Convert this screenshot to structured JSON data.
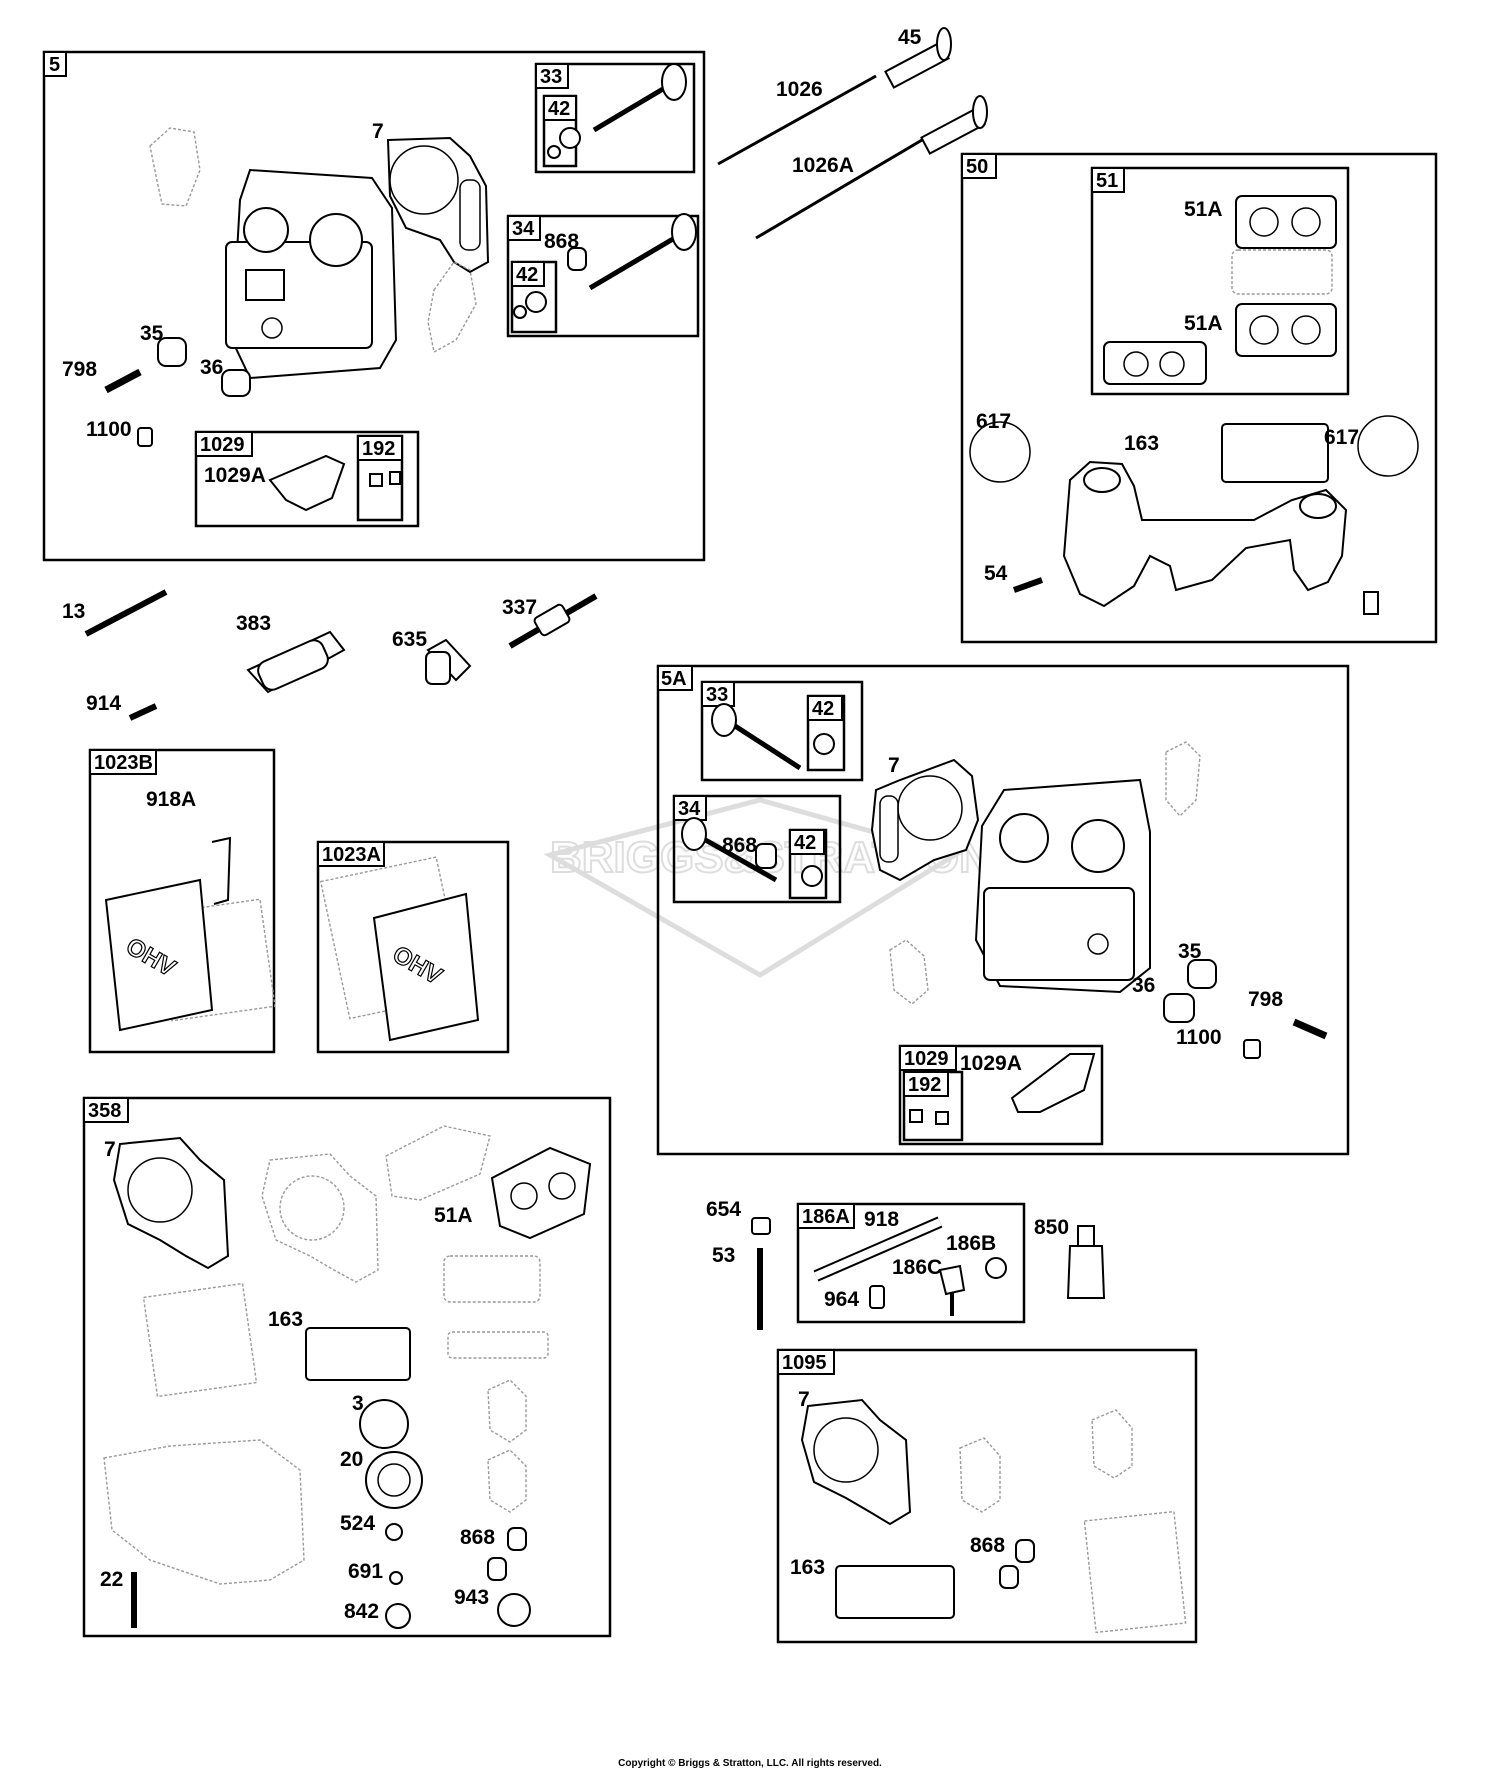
{
  "watermark": "BRIGGS&STRATTON",
  "copyright": "Copyright © Briggs & Stratton, LLC. All rights reserved.",
  "groups": [
    {
      "id": "g5",
      "label": "5"
    },
    {
      "id": "g33",
      "label": "33"
    },
    {
      "id": "g42a",
      "label": "42"
    },
    {
      "id": "g34",
      "label": "34"
    },
    {
      "id": "g42b",
      "label": "42"
    },
    {
      "id": "g1029",
      "label": "1029"
    },
    {
      "id": "g192",
      "label": "192"
    },
    {
      "id": "g50",
      "label": "50"
    },
    {
      "id": "g51",
      "label": "51"
    },
    {
      "id": "g1023B",
      "label": "1023B"
    },
    {
      "id": "g1023A",
      "label": "1023A"
    },
    {
      "id": "g5A",
      "label": "5A"
    },
    {
      "id": "g33b",
      "label": "33"
    },
    {
      "id": "g42c",
      "label": "42"
    },
    {
      "id": "g34b",
      "label": "34"
    },
    {
      "id": "g42d",
      "label": "42"
    },
    {
      "id": "g1029b",
      "label": "1029"
    },
    {
      "id": "g192b",
      "label": "192"
    },
    {
      "id": "g358",
      "label": "358"
    },
    {
      "id": "g186A",
      "label": "186A"
    },
    {
      "id": "g1095",
      "label": "1095"
    }
  ],
  "callouts": [
    {
      "id": "c45",
      "label": "45"
    },
    {
      "id": "c1026",
      "label": "1026"
    },
    {
      "id": "c1026A",
      "label": "1026A"
    },
    {
      "id": "c7a",
      "label": "7"
    },
    {
      "id": "c868a",
      "label": "868"
    },
    {
      "id": "c35a",
      "label": "35"
    },
    {
      "id": "c798a",
      "label": "798"
    },
    {
      "id": "c36a",
      "label": "36"
    },
    {
      "id": "c1100a",
      "label": "1100"
    },
    {
      "id": "c1029Aa",
      "label": "1029A"
    },
    {
      "id": "c51Aa",
      "label": "51A"
    },
    {
      "id": "c51Ab",
      "label": "51A"
    },
    {
      "id": "c617a",
      "label": "617"
    },
    {
      "id": "c163a",
      "label": "163"
    },
    {
      "id": "c617b",
      "label": "617"
    },
    {
      "id": "c54",
      "label": "54"
    },
    {
      "id": "c13",
      "label": "13"
    },
    {
      "id": "c383",
      "label": "383"
    },
    {
      "id": "c337",
      "label": "337"
    },
    {
      "id": "c635",
      "label": "635"
    },
    {
      "id": "c914",
      "label": "914"
    },
    {
      "id": "c918A",
      "label": "918A"
    },
    {
      "id": "c7b",
      "label": "7"
    },
    {
      "id": "c868b",
      "label": "868"
    },
    {
      "id": "c35b",
      "label": "35"
    },
    {
      "id": "c36b",
      "label": "36"
    },
    {
      "id": "c798b",
      "label": "798"
    },
    {
      "id": "c1100b",
      "label": "1100"
    },
    {
      "id": "c1029Ab",
      "label": "1029A"
    },
    {
      "id": "c7c",
      "label": "7"
    },
    {
      "id": "c51Ac",
      "label": "51A"
    },
    {
      "id": "c163b",
      "label": "163"
    },
    {
      "id": "c3",
      "label": "3"
    },
    {
      "id": "c20",
      "label": "20"
    },
    {
      "id": "c524",
      "label": "524"
    },
    {
      "id": "c868c",
      "label": "868"
    },
    {
      "id": "c691",
      "label": "691"
    },
    {
      "id": "c22",
      "label": "22"
    },
    {
      "id": "c842",
      "label": "842"
    },
    {
      "id": "c943",
      "label": "943"
    },
    {
      "id": "c654",
      "label": "654"
    },
    {
      "id": "c53",
      "label": "53"
    },
    {
      "id": "c918",
      "label": "918"
    },
    {
      "id": "c186B",
      "label": "186B"
    },
    {
      "id": "c186C",
      "label": "186C"
    },
    {
      "id": "c964",
      "label": "964"
    },
    {
      "id": "c850",
      "label": "850"
    },
    {
      "id": "c7d",
      "label": "7"
    },
    {
      "id": "c868d",
      "label": "868"
    },
    {
      "id": "c163c",
      "label": "163"
    }
  ]
}
